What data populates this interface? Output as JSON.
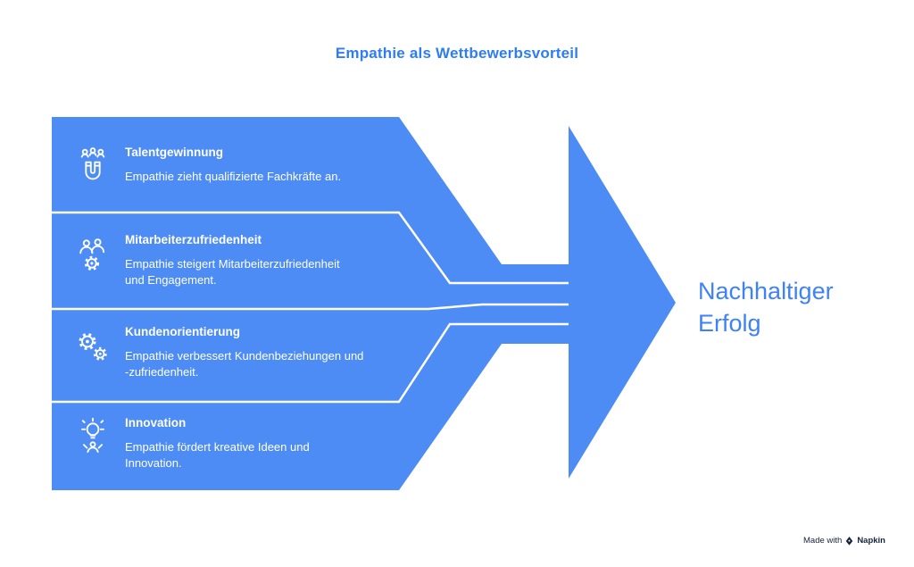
{
  "title": "Empathie als Wettbewerbsvorteil",
  "steps": [
    {
      "icon": "magnet-people-icon",
      "heading": "Talentgewinnung",
      "body": "Empathie zieht qualifizierte Fachkräfte an."
    },
    {
      "icon": "people-gear-icon",
      "heading": "Mitarbeiterzufriedenheit",
      "body": "Empathie steigert Mitarbeiterzufriedenheit\nund Engagement."
    },
    {
      "icon": "gears-icon",
      "heading": "Kundenorientierung",
      "body": "Empathie verbessert Kundenbeziehungen und\n-zufriedenheit."
    },
    {
      "icon": "lightbulb-person-icon",
      "heading": "Innovation",
      "body": "Empathie fördert kreative Ideen und\nInnovation."
    }
  ],
  "result_label": "Nachhaltiger\nErfolg",
  "footer": {
    "made_with": "Made with",
    "brand": "Napkin"
  },
  "colors": {
    "arrow_fill": "#4D8CF5",
    "separator": "#FFFFFF",
    "title_text": "#2E7CF6",
    "result_text": "#3E82F5",
    "step_text": "#FFFFFF"
  }
}
